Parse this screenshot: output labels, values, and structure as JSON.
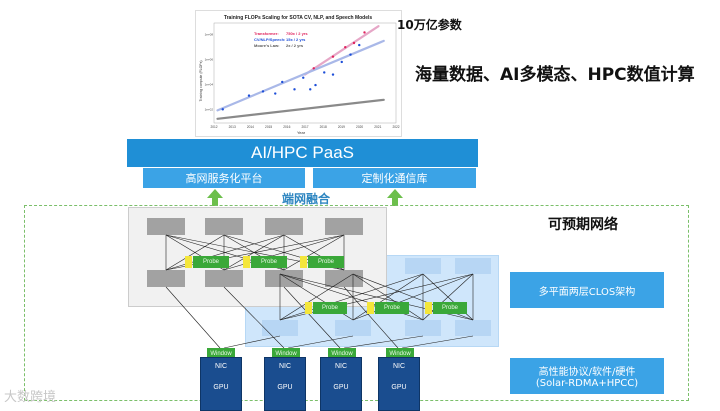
{
  "chart": {
    "title": "Training FLOPs Scaling for SOTA CV, NLP, and Speech Models",
    "xlabel": "Year",
    "ylabel": "Training compute (FLOPs)",
    "legend": [
      {
        "label": "Transformer:",
        "value": "750x / 2 yrs",
        "color": "#e0245e"
      },
      {
        "label": "CV/NLP/Speech:",
        "value": "15x / 2 yrs",
        "color": "#1d4ed8"
      },
      {
        "label": "Moore's Law:",
        "value": "2x / 2 yrs",
        "color": "#555555"
      }
    ]
  },
  "chart_data": {
    "type": "scatter",
    "title": "Training FLOPs Scaling for SOTA CV, NLP, and Speech Models",
    "xlabel": "Year",
    "ylabel": "Training compute (FLOPs)",
    "x_ticks": [
      "2012",
      "2013",
      "2014",
      "2015",
      "2016",
      "2017",
      "2018",
      "2019",
      "2020",
      "2021",
      "2022"
    ],
    "y_ticks": [
      "1e+02",
      "1e+04",
      "1e+06",
      "1e+08"
    ],
    "series": [
      {
        "name": "Transformer:",
        "color": "#e0245e",
        "points": [
          [
            2017.5,
            5.2
          ],
          [
            2018.6,
            6.3
          ],
          [
            2019.3,
            7.2
          ],
          [
            2019.8,
            7.6
          ],
          [
            2020.4,
            8.6
          ]
        ]
      },
      {
        "name": "CV/NLP/Speech:",
        "color": "#1d4ed8",
        "points": [
          [
            2012.3,
            1.3
          ],
          [
            2013.8,
            2.6
          ],
          [
            2014.6,
            3.0
          ],
          [
            2015.3,
            2.8
          ],
          [
            2015.7,
            3.9
          ],
          [
            2016.4,
            3.2
          ],
          [
            2016.9,
            4.3
          ],
          [
            2017.3,
            3.2
          ],
          [
            2017.6,
            3.6
          ],
          [
            2018.1,
            4.8
          ],
          [
            2018.6,
            4.6
          ],
          [
            2019.1,
            5.8
          ],
          [
            2019.6,
            6.5
          ],
          [
            2020.1,
            7.4
          ]
        ]
      }
    ],
    "trends": [
      {
        "name": "Transformer:",
        "color": "#e6a7c7",
        "from": [
          2017.0,
          4.6
        ],
        "to": [
          2021.2,
          9.2
        ]
      },
      {
        "name": "CV/NLP/Speech:",
        "color": "#a9b8e8",
        "from": [
          2012.0,
          1.2
        ],
        "to": [
          2021.5,
          7.8
        ]
      },
      {
        "name": "Moore's Law:",
        "color": "#8a8a8a",
        "from": [
          2012.0,
          0.4
        ],
        "to": [
          2021.5,
          2.2
        ]
      }
    ],
    "xlim": [
      2011.8,
      2022.2
    ],
    "ylim": [
      0,
      9.5
    ]
  },
  "params_label": "10万亿参数",
  "headline": "海量数据、AI多模态、HPC数值计算",
  "paas_label": "AI/HPC PaaS",
  "sub_left": "高网服务化平台",
  "sub_right": "定制化通信库",
  "fusion_label": "端网融合",
  "predictable_label": "可预期网络",
  "probe_label": "Probe",
  "window_label": "Window",
  "nic_label": "NIC",
  "gpu_label": "GPU",
  "clos_label": "多平面两层CLOS架构",
  "hw_label_1": "高性能协议/软件/硬件",
  "hw_label_2": "(Solar-RDMA+HPCC)",
  "logo_text": "大数跨境"
}
